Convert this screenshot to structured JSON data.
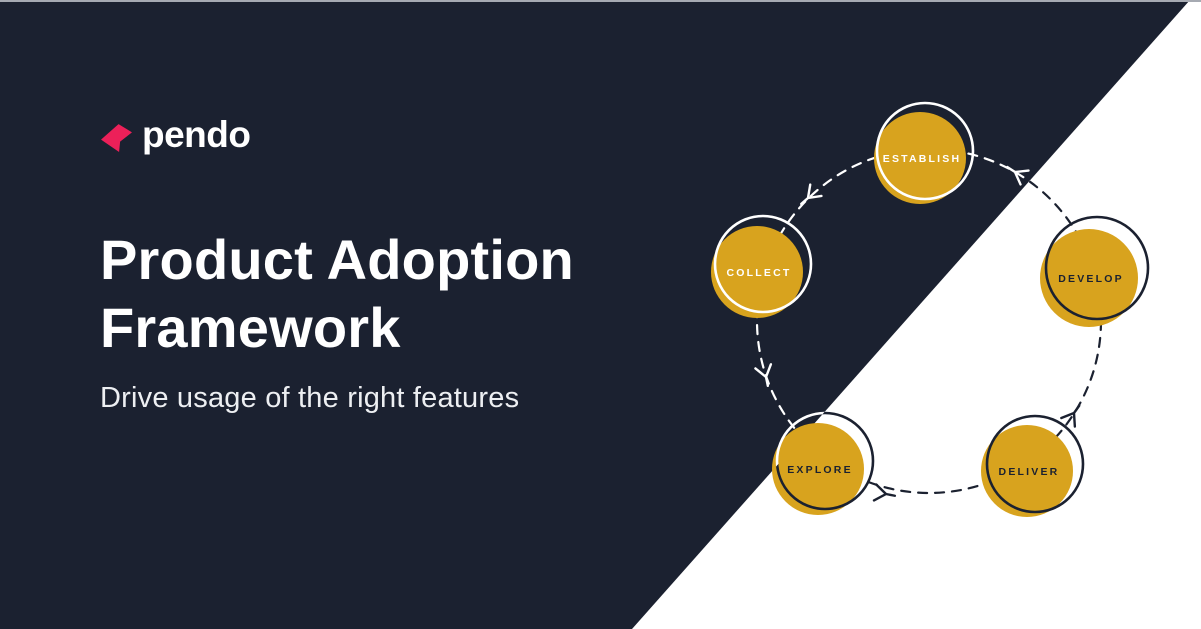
{
  "brand": {
    "name": "pendo"
  },
  "hero": {
    "title_line1": "Product Adoption",
    "title_line2": "Framework",
    "subtitle": "Drive usage of the right features"
  },
  "diagram": {
    "type": "cycle",
    "flow_direction": "counterclockwise",
    "nodes": [
      {
        "label": "ESTABLISH"
      },
      {
        "label": "COLLECT"
      },
      {
        "label": "EXPLORE"
      },
      {
        "label": "DELIVER"
      },
      {
        "label": "DEVELOP"
      }
    ]
  },
  "colors": {
    "background_dark": "#1B2130",
    "background_light": "#FFFFFF",
    "accent_gold": "#D8A31E",
    "brand_pink": "#EC2059",
    "text_light": "#FFFFFF",
    "text_dark": "#1B2130",
    "top_strip_gray": "#A6AAB2"
  }
}
